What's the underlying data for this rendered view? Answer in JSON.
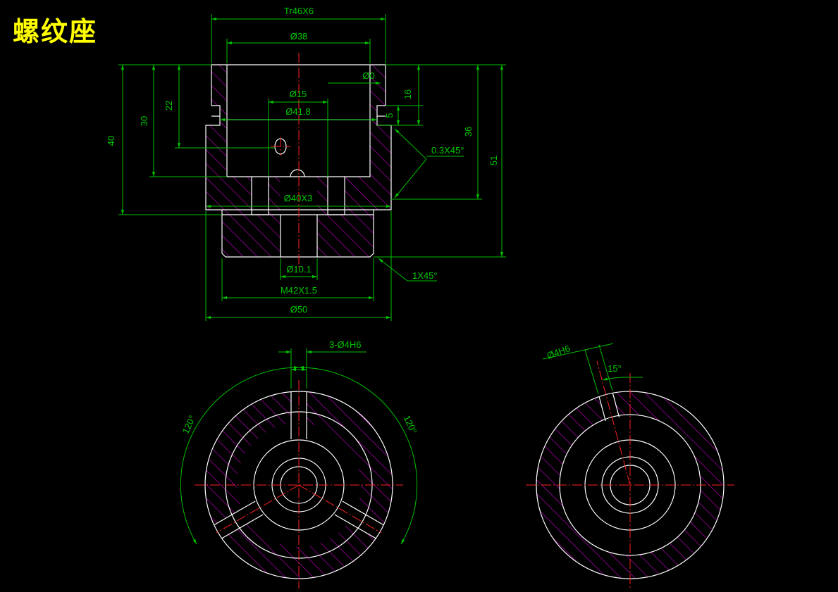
{
  "title": "螺纹座",
  "colors": {
    "outline": "#ffffff",
    "dimension": "#00c000",
    "center": "#ff2020",
    "hatch": "#c000c0",
    "title": "#ffff00"
  },
  "labels": {
    "tr46x6": "Tr46X6",
    "d38": "Ø38",
    "d0": "Ø0",
    "d15": "Ø15",
    "d41_8": "Ø41.8",
    "d40x3": "Ø40X3",
    "d10_1": "Ø10.1",
    "m42": "M42X1.5",
    "d50": "Ø50",
    "h40": "40",
    "h30": "30",
    "h22": "22",
    "h16": "16",
    "h5": "5",
    "h36": "36",
    "h51": "51",
    "chamfer1": "0.3X45°",
    "chamfer2": "1X45°",
    "holes3": "3-Ø4H6",
    "ang120a": "120°",
    "ang120b": "120°",
    "hole1": "Ø4H6",
    "ang15": "15°"
  }
}
